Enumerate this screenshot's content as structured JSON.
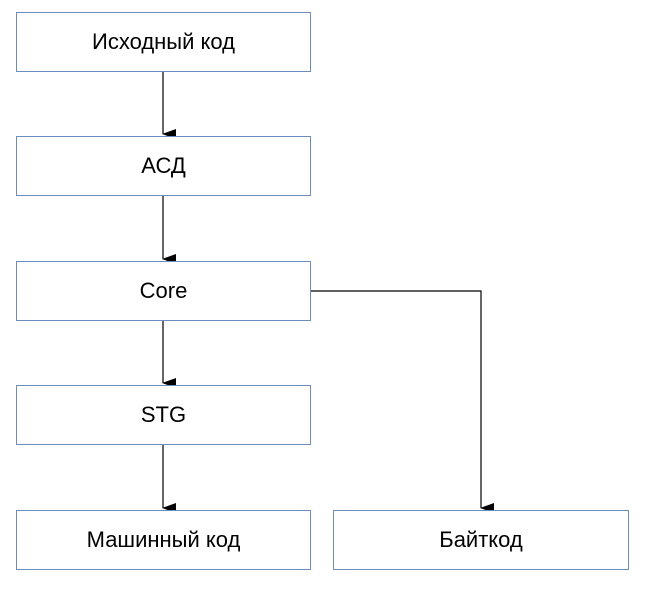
{
  "nodes": {
    "source_code": "Исходный код",
    "ast": "АСД",
    "core": "Core",
    "stg": "STG",
    "machine_code": "Машинный код",
    "bytecode": "Байткод"
  },
  "edges": [
    {
      "from": "source_code",
      "to": "ast"
    },
    {
      "from": "ast",
      "to": "core"
    },
    {
      "from": "core",
      "to": "stg"
    },
    {
      "from": "stg",
      "to": "machine_code"
    },
    {
      "from": "core",
      "to": "bytecode"
    }
  ],
  "colors": {
    "node_border": "#6c8ebf",
    "edge": "#000000",
    "background": "#ffffff"
  }
}
